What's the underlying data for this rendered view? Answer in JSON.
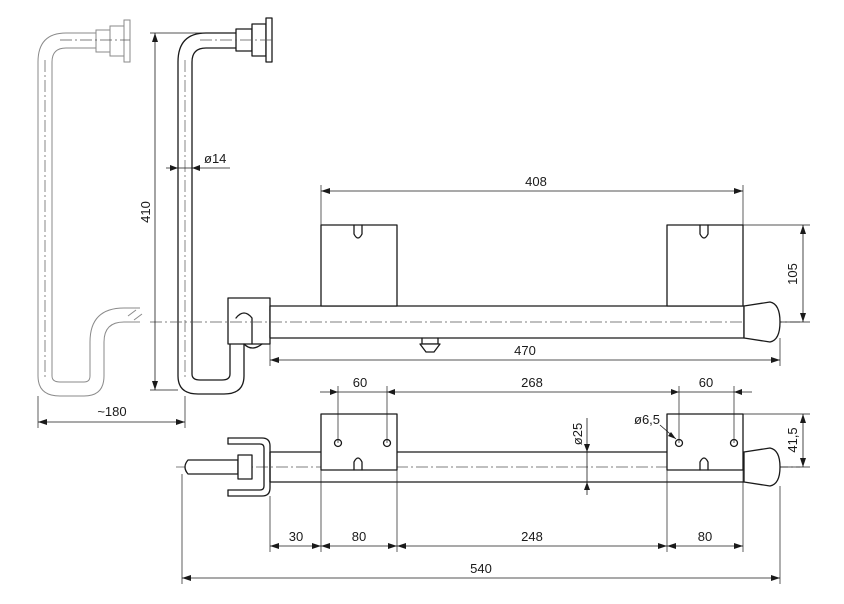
{
  "dimensions": {
    "height_overall": "410",
    "tube_diameter": "ø14",
    "reach": "~180",
    "support_spacing": "408",
    "support_height": "105",
    "bar_length_side": "470",
    "plate_width_left": "60",
    "plate_spacing": "268",
    "plate_width_right": "60",
    "hole_diameter": "ø6,5",
    "bar_diameter": "ø25",
    "plate_height": "41,5",
    "offset": "30",
    "plate_length_left": "80",
    "between_plates": "248",
    "plate_length_right": "80",
    "total_length": "540"
  },
  "colors": {
    "line": "#1a1a1a",
    "ghost_line": "#8a8a8a",
    "background": "#ffffff"
  }
}
